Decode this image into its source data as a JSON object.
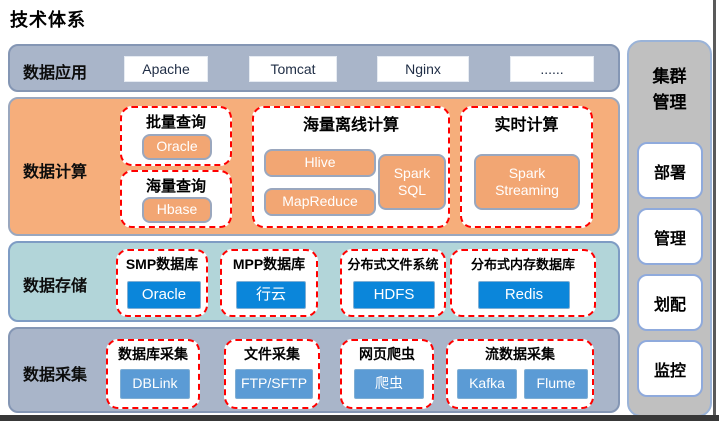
{
  "title": "技术体系",
  "colors": {
    "band_application": "#a9b5c9",
    "band_compute": "#f6ae7b",
    "band_storage": "#b2d5d9",
    "band_collect": "#a9b5c9",
    "chip_compute": "#f2a673",
    "chip_storage": "#0b86da",
    "chip_collect": "#5b9bd5",
    "dashed_border": "#ff0000",
    "sidebar_bg": "#c0c0c0"
  },
  "layers": [
    {
      "label": "数据应用",
      "items": [
        "Apache",
        "Tomcat",
        "Nginx",
        "......"
      ]
    },
    {
      "label": "数据计算",
      "groups": [
        {
          "title": "批量查询",
          "chips": [
            "Oracle"
          ]
        },
        {
          "title": "海量查询",
          "chips": [
            "Hbase"
          ]
        },
        {
          "title": "海量离线计算",
          "chips": [
            "Hlive",
            "MapReduce",
            "Spark SQL"
          ]
        },
        {
          "title": "实时计算",
          "chips": [
            "Spark Streaming"
          ]
        }
      ]
    },
    {
      "label": "数据存储",
      "groups": [
        {
          "title": "SMP数据库",
          "chips": [
            "Oracle"
          ]
        },
        {
          "title": "MPP数据库",
          "chips": [
            "行云"
          ]
        },
        {
          "title": "分布式文件系统",
          "chips": [
            "HDFS"
          ]
        },
        {
          "title": "分布式内存数据库",
          "chips": [
            "Redis"
          ]
        }
      ]
    },
    {
      "label": "数据采集",
      "groups": [
        {
          "title": "数据库采集",
          "chips": [
            "DBLink"
          ]
        },
        {
          "title": "文件采集",
          "chips": [
            "FTP/SFTP"
          ]
        },
        {
          "title": "网页爬虫",
          "chips": [
            "爬虫"
          ]
        },
        {
          "title": "流数据采集",
          "chips": [
            "Kafka",
            "Flume"
          ]
        }
      ]
    }
  ],
  "sidebar": {
    "title": "集群管理",
    "items": [
      "部署",
      "管理",
      "划配",
      "监控"
    ]
  }
}
